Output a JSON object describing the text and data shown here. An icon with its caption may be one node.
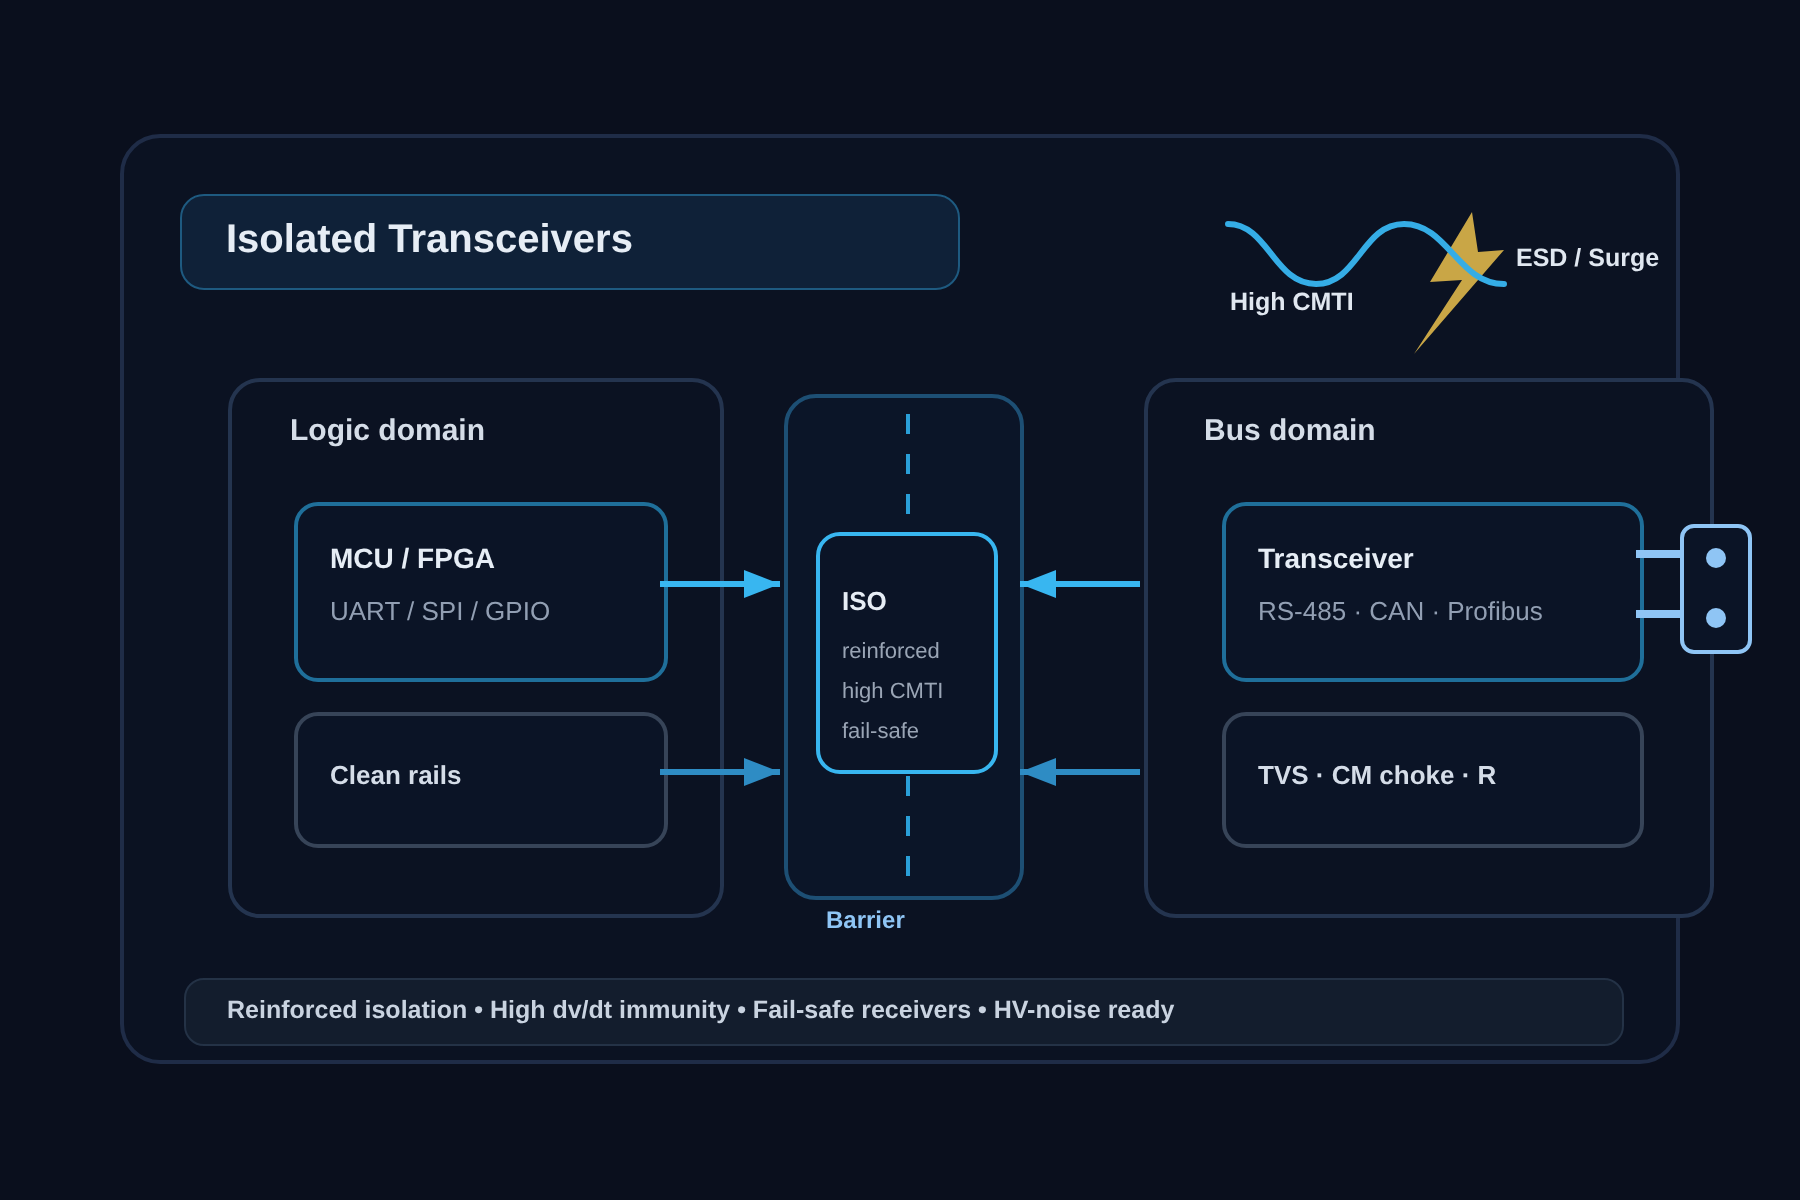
{
  "diagram": {
    "title": "Isolated Transceivers",
    "nodes": [
      {
        "text": [],
        "shape": "box"
      },
      {
        "text": [
          "Logic domain"
        ],
        "in": 0
      },
      {
        "text": [
          "MCU / FPGA",
          "UART / SPI / GPIO"
        ],
        "in": 1
      },
      {
        "text": [
          "Clean rails"
        ],
        "in": 1
      },
      {
        "text": [
          "Barrier"
        ],
        "in": 0
      },
      {
        "text": [
          "ISO",
          "reinforced",
          "high CMTI",
          "fail-safe"
        ],
        "in": 4
      },
      {
        "text": [
          "Bus domain"
        ],
        "in": 0
      },
      {
        "text": [
          "Transceiver",
          "RS-485 · CAN · Profibus"
        ],
        "in": 6
      },
      {
        "text": [
          "TVS · CM choke · R"
        ],
        "in": 6
      },
      {
        "text": [],
        "shape": "box"
      },
      {
        "text": [
          "Reinforced isolation • High dv/dt immunity • Fail-safe receivers • HV-noise ready"
        ],
        "in": 0
      }
    ],
    "edges": [
      {
        "from": 2,
        "to": 4,
        "arrow": "to"
      },
      {
        "from": 3,
        "to": 4,
        "arrow": "to",
        "color": "#2e8cc4"
      },
      {
        "from": 6,
        "to": 4,
        "arrow": "to"
      },
      {
        "from": 6,
        "to": 4,
        "arrow": "to",
        "color": "#2e8cc4"
      },
      {
        "from": 7,
        "to": 9,
        "arrow": "none",
        "color": "#8fc5f5"
      },
      {
        "from": 7,
        "to": 9,
        "arrow": "none",
        "color": "#8fc5f5"
      }
    ],
    "labels": [
      "High CMTI",
      "ESD / Surge"
    ]
  }
}
